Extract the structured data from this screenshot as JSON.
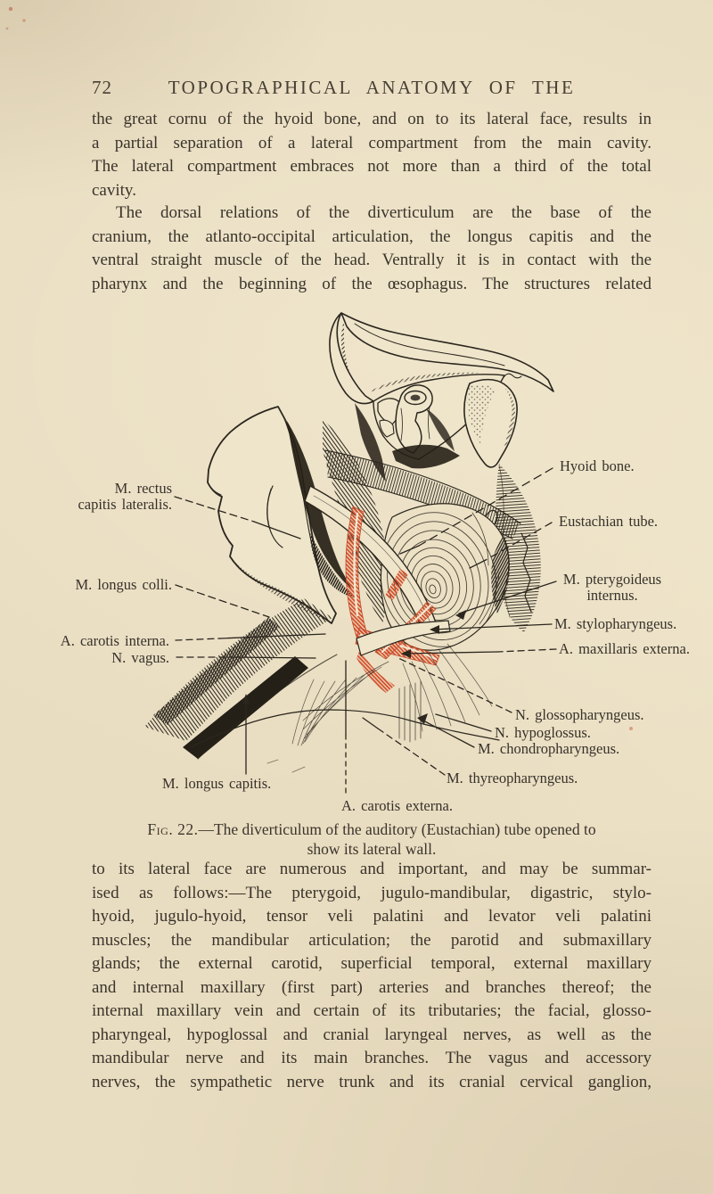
{
  "page": {
    "number": "72",
    "running_title": "TOPOGRAPHICAL ANATOMY OF THE"
  },
  "text": {
    "para1": [
      "the great cornu of the hyoid bone, and on to its lateral face, results in",
      "a partial separation of a lateral compartment from the main cavity.",
      "The lateral compartment embraces not more than a third of the total",
      "cavity."
    ],
    "para2": [
      "The dorsal relations of the diverticulum are the base of the",
      "cranium, the atlanto-occipital articulation, the longus capitis and the",
      "ventral straight muscle of the head.  Ventrally it is in contact with the",
      "pharynx and the beginning of the œsophagus.  The structures related"
    ],
    "para3": [
      "to its lateral face are numerous and important, and may be summar-",
      "ised as follows:—The pterygoid, jugulo-mandibular, digastric, stylo-",
      "hyoid, jugulo-hyoid, tensor veli palatini and levator veli palatini",
      "muscles; the mandibular articulation; the parotid and submaxillary",
      "glands; the external carotid, superficial temporal, external maxillary",
      "and internal maxillary (first part) arteries and branches thereof; the",
      "internal maxillary vein and certain of its tributaries; the facial, glosso-",
      "pharyngeal, hypoglossal and cranial laryngeal nerves, as well as the",
      "mandibular nerve and its main branches.  The vagus and accessory",
      "nerves, the sympathetic nerve trunk and its cranial cervical ganglion,"
    ]
  },
  "figure": {
    "caption": {
      "fig": "Fig. 22.",
      "rest": "—The diverticulum of the auditory (Eustachian) tube opened to",
      "line2": "show its lateral wall."
    },
    "labels": {
      "m_rectus_1": "M. rectus",
      "m_rectus_2": "capitis lateralis.",
      "m_longus_colli": "M. longus colli.",
      "a_carotis_interna": "A. carotis interna.",
      "n_vagus": "N. vagus.",
      "m_longus_capitis": "M. longus capitis.",
      "a_carotis_externa": "A. carotis externa.",
      "hyoid_bone": "Hyoid bone.",
      "eustachian_tube": "Eustachian tube.",
      "m_pterygoideus_1": "M. pterygoideus",
      "m_pterygoideus_2": "internus.",
      "m_stylopharyngeus": "M. stylopharyngeus.",
      "a_maxillaris_externa": "A. maxillaris externa.",
      "n_glossopharyngeus": "N. glossopharyngeus.",
      "n_hypoglossus": "N. hypoglossus.",
      "m_chondropharyngeus": "M. chondropharyngeus.",
      "m_thyreopharyngeus": "M. thyreopharyngeus."
    },
    "ink_color": "#2b261e",
    "artery_color": "#d4512e",
    "paper_color": "#e9ddc1"
  }
}
